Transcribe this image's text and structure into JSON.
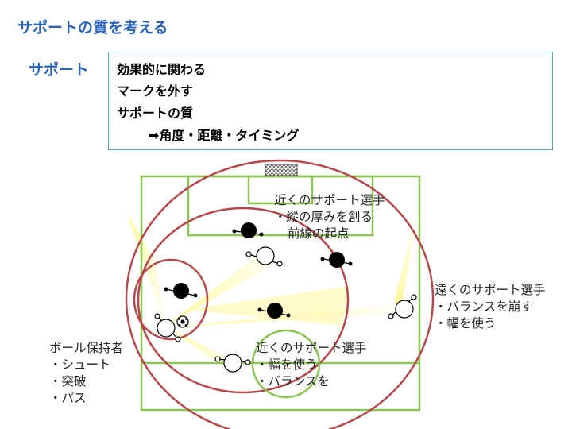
{
  "title": "サポートの質を考える",
  "support_label": "サポート",
  "box_lines": [
    "効果的に関わる",
    "マークを外す",
    "サポートの質",
    "➡角度・距離・タイミング"
  ],
  "notes": {
    "near_top": {
      "heading": "近くのサポート選手",
      "items": [
        "・縦の厚みを創る",
        "前線の起点"
      ]
    },
    "far": {
      "heading": "遠くのサポート選手",
      "items": [
        "・バランスを崩す",
        "・幅を使う"
      ]
    },
    "holder": {
      "heading": "ボール保持者",
      "items": [
        "・シュート",
        "・突破",
        "・パス"
      ]
    },
    "near_bottom": {
      "heading": "近くのサポート選手",
      "items": [
        "・幅を使う",
        "・バランスを"
      ]
    }
  },
  "colors": {
    "title_blue": "#2a63b8",
    "pitch_line": "#8cc455",
    "circle_red": "#b5484a",
    "circle_green": "#8cc455",
    "highlight": "#fff77a",
    "box_border": "#5aa7b8"
  }
}
